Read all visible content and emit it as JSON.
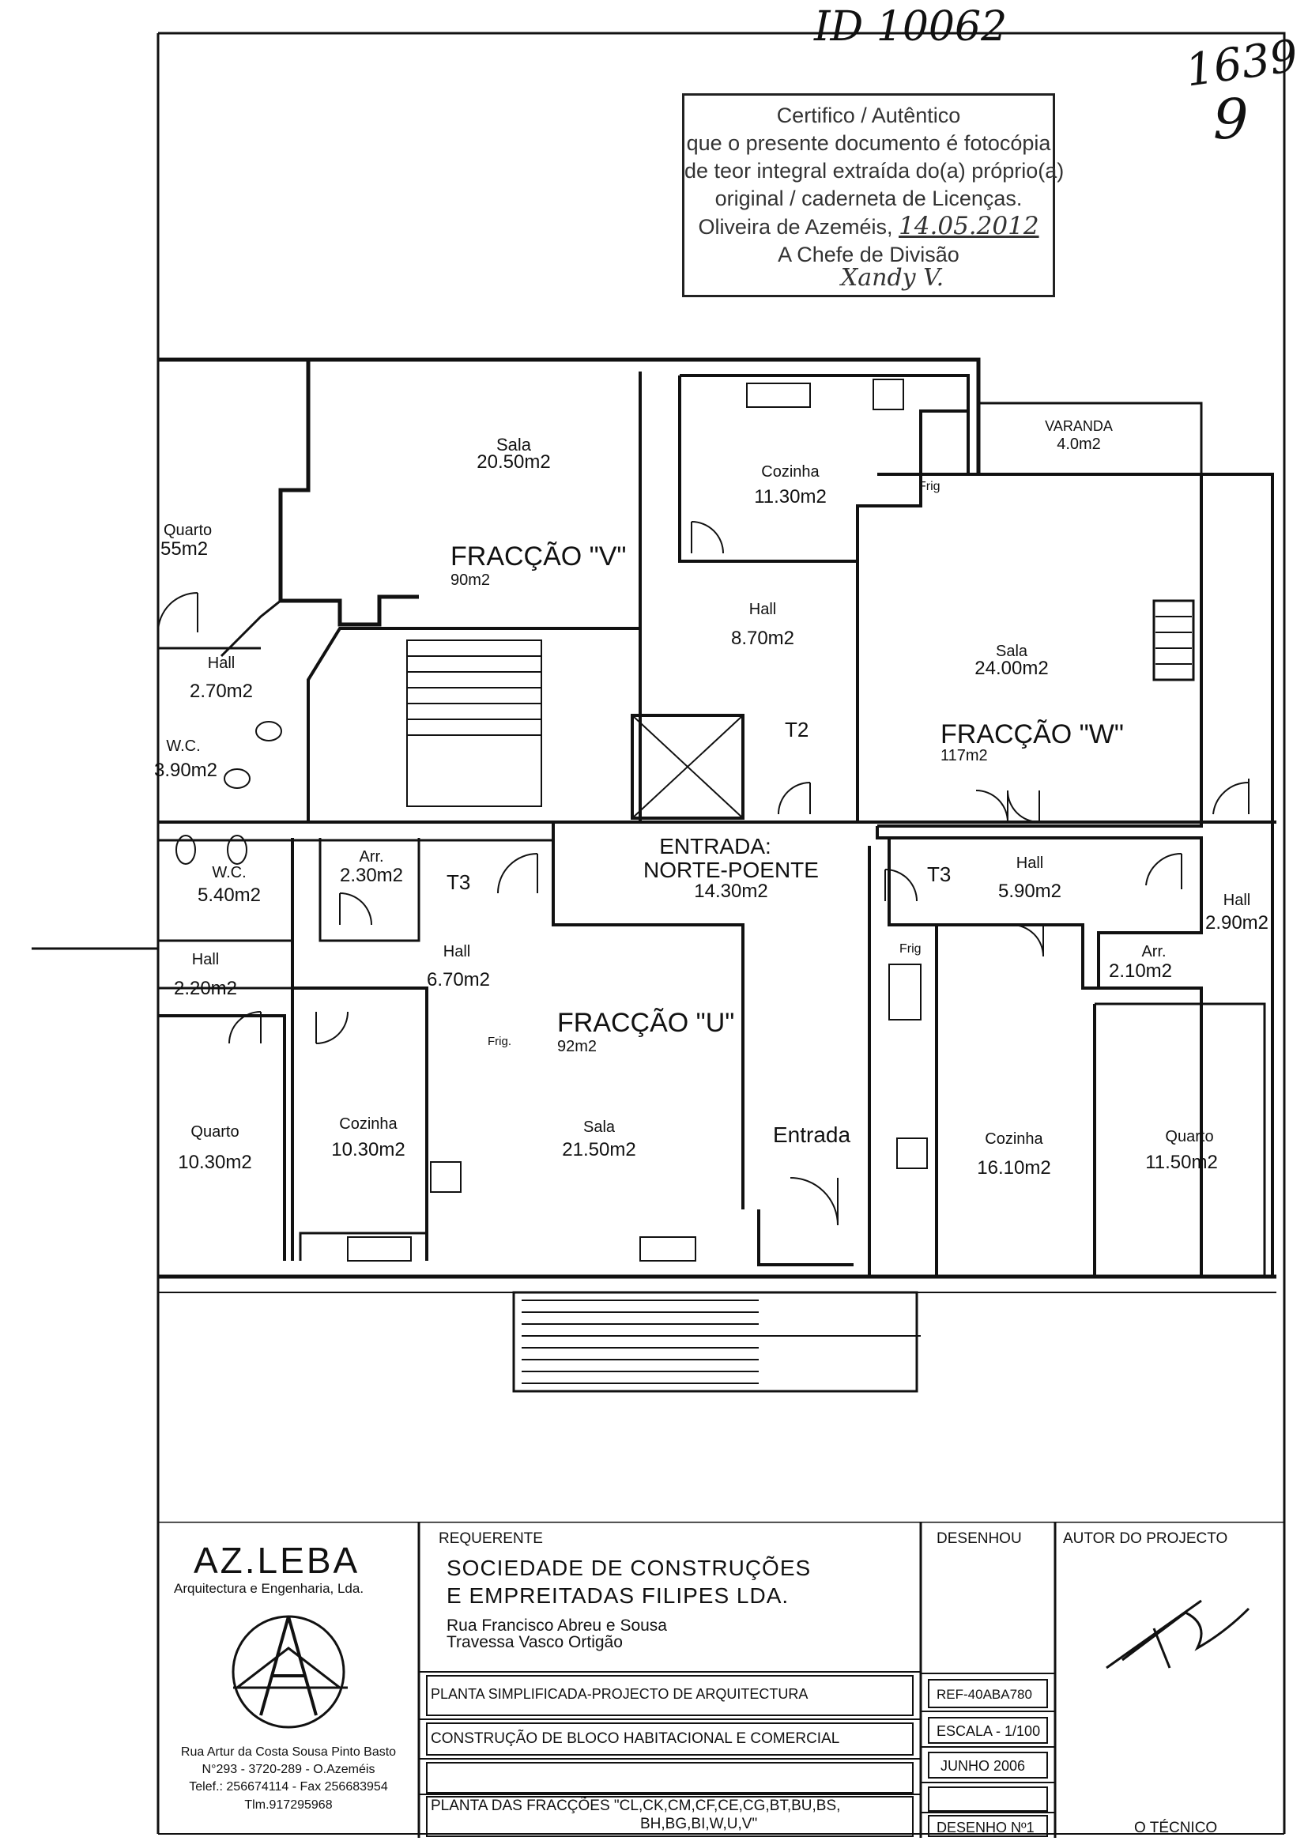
{
  "header": {
    "doc_id": "ID 10062",
    "page_number": "1639",
    "page_mark": "9"
  },
  "stamp": {
    "line1": "Certifico / Autêntico",
    "line2": "que o presente documento é fotocópia",
    "line3": "de teor integral extraída do(a) próprio(a)",
    "line4": "original / caderneta de Licenças.",
    "place_prefix": "Oliveira de Azeméis,",
    "date": "14.05.2012",
    "role": "A Chefe de Divisão",
    "signature_text": "Xandy V."
  },
  "rooms": [
    {
      "name": "Sala",
      "area": "20.50m2"
    },
    {
      "name": "Cozinha",
      "area": "11.30m2"
    },
    {
      "name": "VARANDA",
      "area": "4.0m2"
    },
    {
      "name": "Quarto",
      "area": "55m2"
    },
    {
      "name": "Hall",
      "area": "2.70m2"
    },
    {
      "name": "W.C.",
      "area": "3.90m2"
    },
    {
      "name": "Hall",
      "area": "8.70m2"
    },
    {
      "name": "Sala",
      "area": "24.00m2"
    },
    {
      "name": "W.C.",
      "area": "5.40m2"
    },
    {
      "name": "Arr.",
      "area": "2.30m2"
    },
    {
      "name": "Hall",
      "area": "2.20m2"
    },
    {
      "name": "Hall",
      "area": "6.70m2"
    },
    {
      "name": "Hall",
      "area": "5.90m2"
    },
    {
      "name": "Hall",
      "area": "2.90m2"
    },
    {
      "name": "Arr.",
      "area": "2.10m2"
    },
    {
      "name": "Quarto",
      "area": "10.30m2"
    },
    {
      "name": "Cozinha",
      "area": "10.30m2"
    },
    {
      "name": "Sala",
      "area": "21.50m2"
    },
    {
      "name": "Cozinha",
      "area": "16.10m2"
    },
    {
      "name": "Quarto",
      "area": "11.50m2"
    }
  ],
  "fractions": [
    {
      "name": "FRACÇÃO \"V\"",
      "area": "90m2"
    },
    {
      "name": "FRACÇÃO \"W\"",
      "area": "117m2"
    },
    {
      "name": "FRACÇÃO \"U\"",
      "area": "92m2"
    }
  ],
  "typologies": [
    "T2",
    "T3",
    "T3"
  ],
  "entrance": {
    "line1": "ENTRADA:",
    "line2": "NORTE-POENTE",
    "area": "14.30m2",
    "door": "Entrada"
  },
  "fixtures": {
    "frig": "Frig",
    "frig_dot": "Frig."
  },
  "title_block": {
    "firm_name": "AZ.LEBA",
    "firm_sub": "Arquitectura e Engenharia, Lda.",
    "firm_address1": "Rua Artur da Costa Sousa Pinto Basto",
    "firm_address2": "N°293 - 3720-289 - O.Azeméis",
    "firm_phone": "Telef.: 256674114 - Fax 256683954",
    "firm_mobile": "Tlm.917295968",
    "requerente_label": "REQUERENTE",
    "requerente1": "SOCIEDADE DE CONSTRUÇÕES",
    "requerente2": "E EMPREITADAS FILIPES LDA.",
    "address1": "Rua Francisco Abreu e Sousa",
    "address2": "Travessa Vasco Ortigão",
    "plan_type": "PLANTA SIMPLIFICADA-PROJECTO DE ARQUITECTURA",
    "construction": "CONSTRUÇÃO DE BLOCO HABITACIONAL E COMERCIAL",
    "plan_fractions1": "PLANTA DAS FRACÇÕES \"CL,CK,CM,CF,CE,CG,BT,BU,BS,",
    "plan_fractions2": "BH,BG,BI,W,U,V\"",
    "desenhou_label": "DESENHOU",
    "ref": "REF-40ABA780",
    "scale": "ESCALA - 1/100",
    "date": "JUNHO 2006",
    "drawing_no": "DESENHO Nº1",
    "author_label": "AUTOR DO PROJECTO",
    "technician": "O TÉCNICO"
  }
}
